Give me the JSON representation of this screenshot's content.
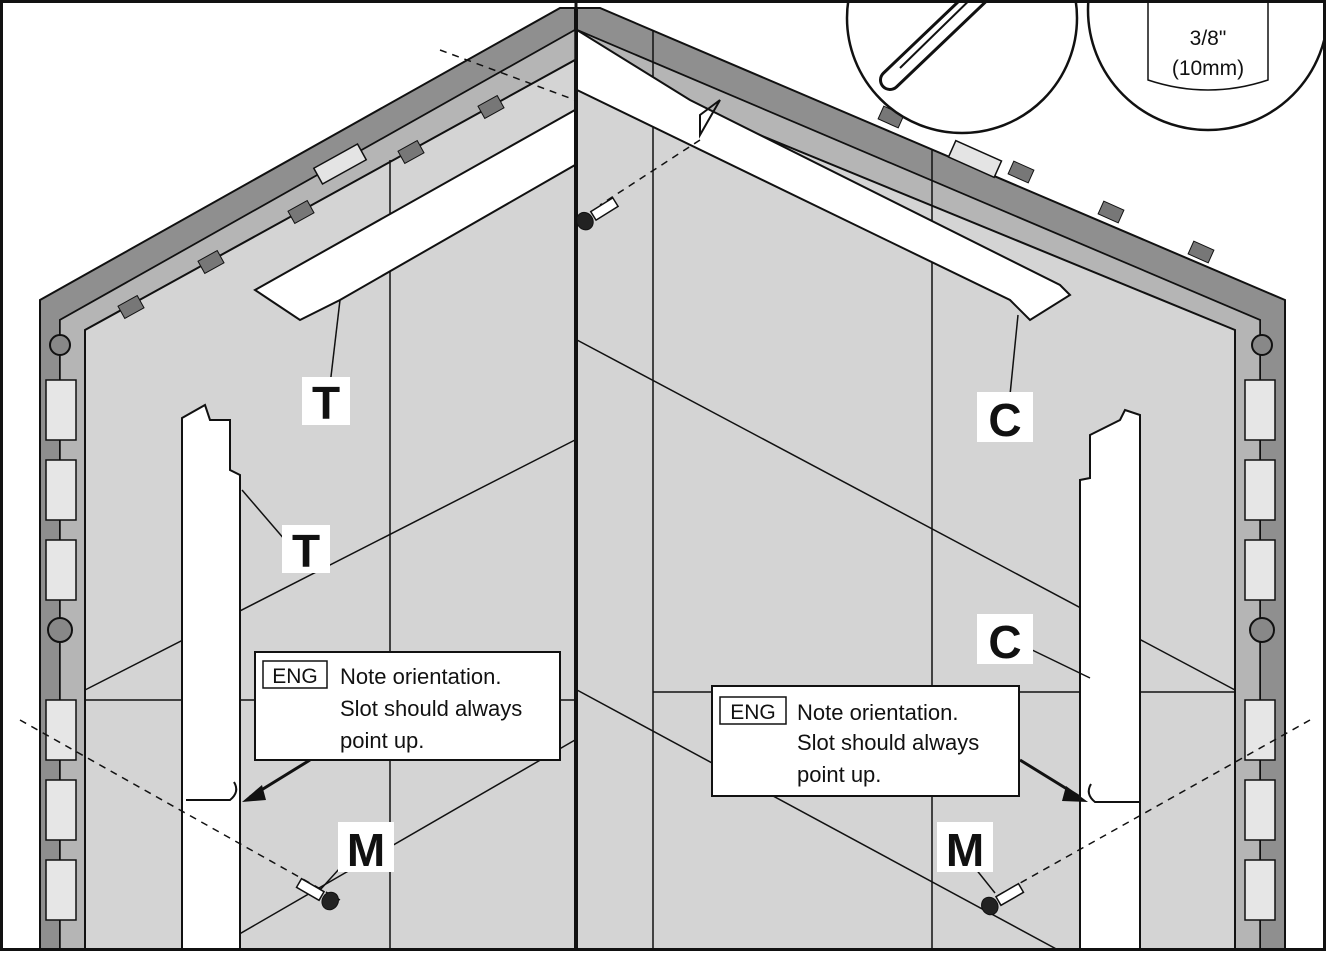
{
  "labels": {
    "part_t": "T",
    "part_c": "C",
    "screw_m": "M"
  },
  "note": {
    "language_tag": "ENG",
    "line1": "Note orientation.",
    "line2": "Slot should always",
    "line3": "point up."
  },
  "measurement": {
    "line1": "3/8\"",
    "line2": "(10mm)"
  },
  "colors": {
    "panel_gray": "#d4d4d4",
    "frame_gray": "#9a9a9a",
    "line": "#111111",
    "paper": "#ffffff"
  },
  "icons": [
    "nut-driver-icon",
    "screw-icon",
    "hex-socket-icon"
  ]
}
